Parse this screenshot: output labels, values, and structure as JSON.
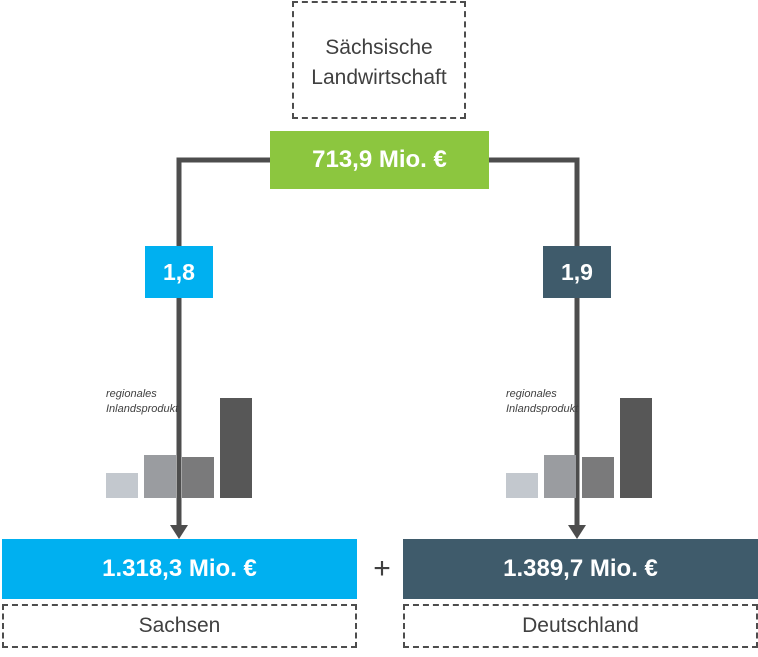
{
  "title_box": {
    "line1": "Sächsische",
    "line2": "Landwirtschaft"
  },
  "total": {
    "value": "713,9 Mio. €",
    "color": "#8cc63f"
  },
  "left_branch": {
    "multiplier": "1,8",
    "color": "#00b0f0",
    "indicator_label_1": "regionales",
    "indicator_label_2": "Inlandsprodukt",
    "result": "1.318,3 Mio. €",
    "region": "Sachsen"
  },
  "right_branch": {
    "multiplier": "1,9",
    "color": "#3f5b6b",
    "indicator_label_1": "regionales",
    "indicator_label_2": "Inlandsprodukt",
    "result": "1.389,7 Mio. €",
    "region": "Deutschland"
  },
  "operator": "+",
  "bar_icon": {
    "bar_colors": [
      "#c3c8ce",
      "#9a9ca0",
      "#7a7a7b",
      "#575757"
    ],
    "relative_heights": [
      0.25,
      0.43,
      0.41,
      1.0
    ]
  }
}
